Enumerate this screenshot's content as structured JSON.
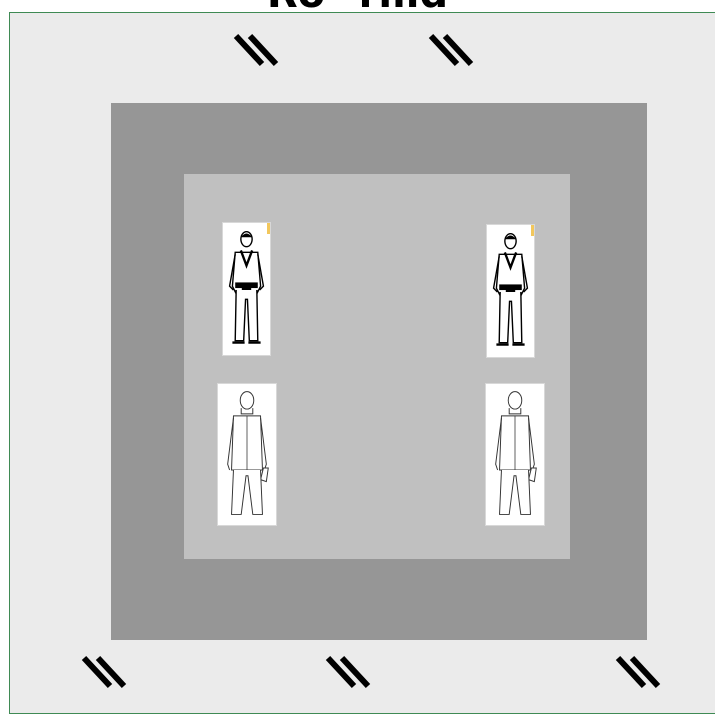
{
  "title": "Ro~rilid",
  "figures": [
    {
      "name": "judoka-front-left",
      "view": "front-gi"
    },
    {
      "name": "judoka-front-right",
      "view": "front-gi"
    },
    {
      "name": "person-back-left",
      "view": "back-suit"
    },
    {
      "name": "person-back-right",
      "view": "back-suit"
    }
  ],
  "placement_marks": [
    {
      "name": "mark-top-left",
      "symbol": "\\\\"
    },
    {
      "name": "mark-top-right",
      "symbol": "\\\\"
    },
    {
      "name": "mark-bottom-left",
      "symbol": "\\\\"
    },
    {
      "name": "mark-bottom-center",
      "symbol": "\\\\"
    },
    {
      "name": "mark-bottom-right",
      "symbol": "\\\\"
    }
  ],
  "colors": {
    "frame_background": "#ebebeb",
    "frame_border": "#3f8a54",
    "outer_mat": "#969696",
    "inner_mat": "#c0c0c0"
  }
}
